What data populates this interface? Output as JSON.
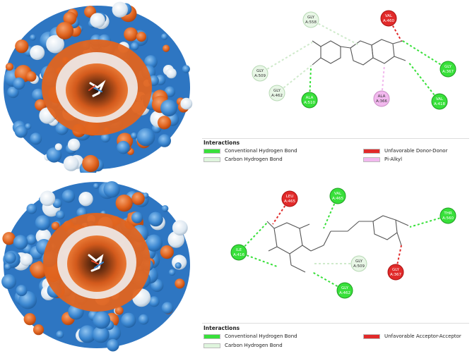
{
  "colors": {
    "conventional_hbond": "#38e03a",
    "carbon_hbond": "#dff5dd",
    "unfavorable": "#e12a2a",
    "pi_alkyl": "#f2b8ee",
    "surface_blue": "#3a86d0",
    "surface_orange": "#e0641f"
  },
  "panel_top": {
    "residues": [
      {
        "id": "gly558",
        "label": "GLY A:558",
        "type": "carbon"
      },
      {
        "id": "val460",
        "label": "VAL A:460",
        "type": "unfavorable"
      },
      {
        "id": "gly509",
        "label": "GLY A:509",
        "type": "carbon"
      },
      {
        "id": "gly462",
        "label": "GLY A:462",
        "type": "carbon"
      },
      {
        "id": "ala510",
        "label": "ALA A:510",
        "type": "conventional"
      },
      {
        "id": "ala366",
        "label": "ALA A:366",
        "type": "pi_alkyl"
      },
      {
        "id": "val418",
        "label": "VAL A:418",
        "type": "conventional"
      },
      {
        "id": "gly367",
        "label": "GLY A:367",
        "type": "conventional"
      }
    ],
    "legend": {
      "title": "Interactions",
      "items": [
        "Conventional Hydrogen Bond",
        "Carbon Hydrogen Bond",
        "Unfavorable Donor-Donor",
        "Pi-Alkyl"
      ]
    }
  },
  "panel_bottom": {
    "residues": [
      {
        "id": "leu465",
        "label": "LEU A:465",
        "type": "unfavorable"
      },
      {
        "id": "val465",
        "label": "VAL A:465",
        "type": "conventional"
      },
      {
        "id": "thr560",
        "label": "THR A:560",
        "type": "conventional"
      },
      {
        "id": "ile416",
        "label": "ILE A:416",
        "type": "conventional"
      },
      {
        "id": "gly509b",
        "label": "GLY A:509",
        "type": "carbon"
      },
      {
        "id": "gly367b",
        "label": "GLY A:367",
        "type": "unfavorable"
      },
      {
        "id": "gly462b",
        "label": "GLY A:462",
        "type": "conventional"
      }
    ],
    "legend": {
      "title": "Interactions",
      "items": [
        "Conventional Hydrogen Bond",
        "Unfavorable Acceptor-Acceptor",
        "Carbon Hydrogen Bond"
      ]
    }
  }
}
